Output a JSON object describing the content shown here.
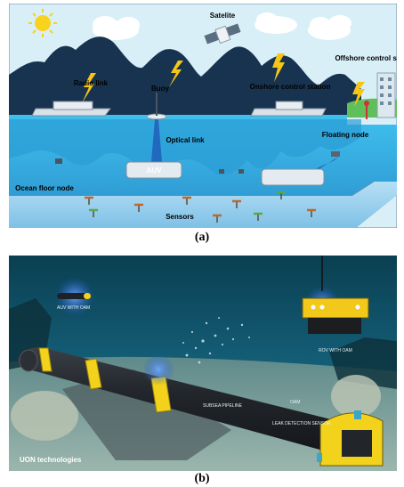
{
  "figure_a": {
    "caption": "(a)",
    "labels": {
      "satellite": "Satelite",
      "radio_link": "Radio link",
      "buoy": "Buoy",
      "onshore": "Onshore control station",
      "offshore": "Offshore control station",
      "optical_link": "Optical link",
      "floating_node": "Floating node",
      "auv": "AUV",
      "ocean_floor_node": "Ocean floor node",
      "sensors": "Sensors"
    }
  },
  "figure_b": {
    "caption": "(b)",
    "labels": {
      "auv_with_oam": "AUV WITH OAM",
      "rov_with_oam": "ROV WITH OAM",
      "subsea_pipeline": "SUBSEA PIPELINE",
      "oam": "OAM",
      "leak_detection": "LEAK DETECTION SENSOR",
      "logo": "UON technologies"
    }
  },
  "colors": {
    "sky": "#d7eef7",
    "mountains": "#16324e",
    "sea": "#39b4e6",
    "deep_sea": "#2a92cc",
    "seabed": "#8ac8ea",
    "lightning": "#f5c518",
    "pipeline_collar": "#f2d21a",
    "underwater": "#0f4a5c"
  }
}
